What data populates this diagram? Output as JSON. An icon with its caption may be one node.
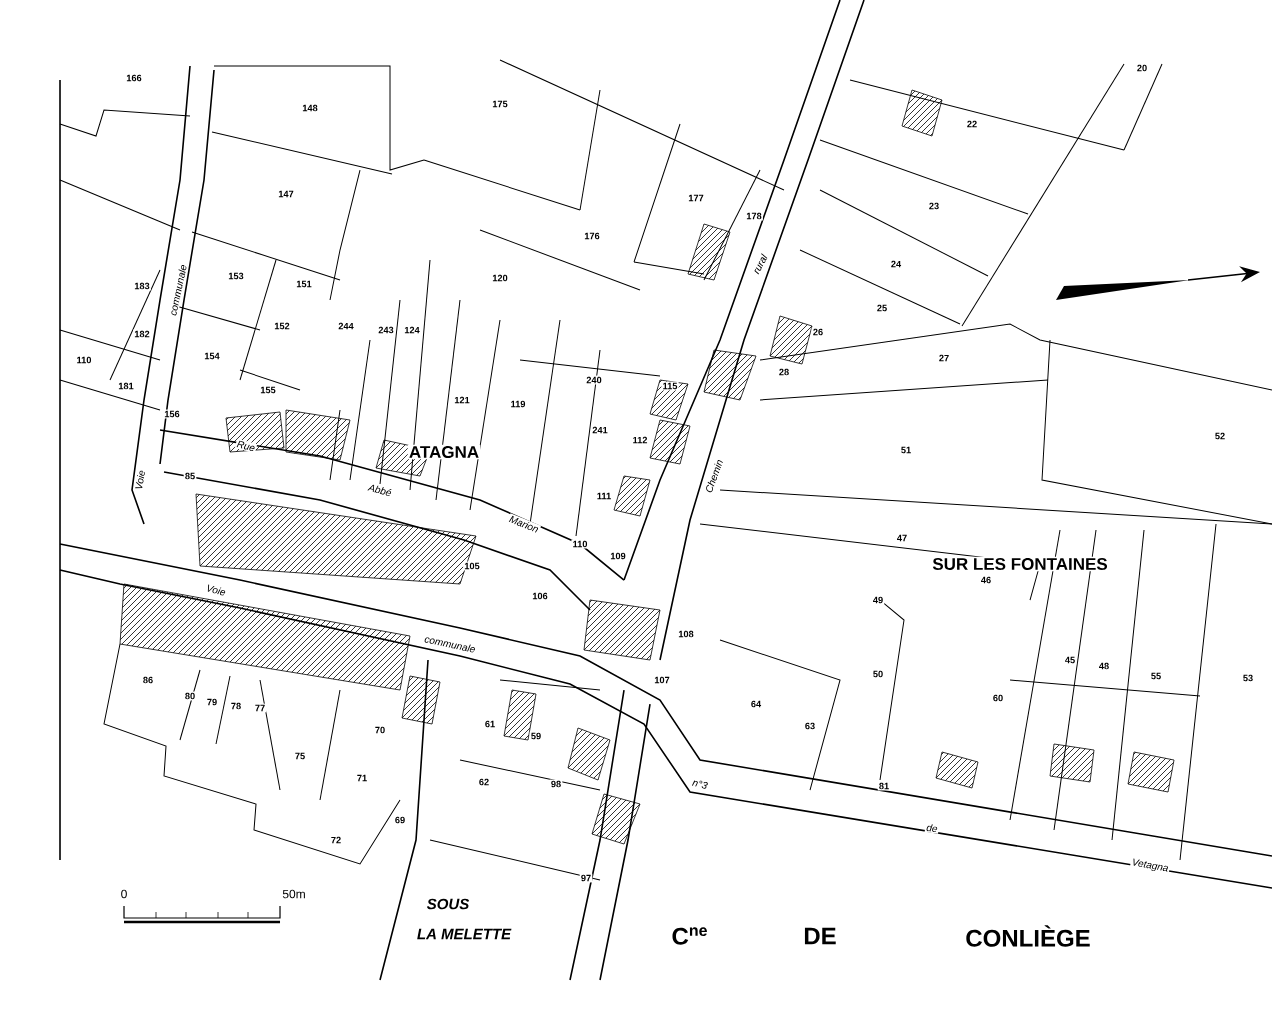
{
  "diagram": {
    "labels": [
      "20",
      "166",
      "175",
      "148",
      "22",
      "147",
      "177",
      "23",
      "178",
      "176",
      "24",
      "153",
      "120",
      "151",
      "183",
      "rural",
      "25",
      "communale",
      "152",
      "244",
      "243",
      "124",
      "26",
      "182",
      "27",
      "154",
      "110",
      "28",
      "240",
      "115",
      "181",
      "155",
      "121",
      "119",
      "156",
      "241",
      "112",
      "52",
      "51",
      "Rue",
      "ATAGNA",
      "Chemin",
      "85",
      "Voie",
      "Abbé",
      "111",
      "Marion",
      "47",
      "110",
      "109",
      "SUR LES FONTAINES",
      "105",
      "46",
      "106",
      "Voie",
      "49",
      "108",
      "communale",
      "45",
      "48",
      "55",
      "53",
      "50",
      "107",
      "86",
      "60",
      "80",
      "79",
      "78",
      "77",
      "64",
      "63",
      "61",
      "70",
      "59",
      "75",
      "71",
      "62",
      "98",
      "n°3",
      "81",
      "69",
      "de",
      "72",
      "Vetagna",
      "97",
      "0",
      "50m",
      "SOUS",
      "LA MELETTE",
      "C$^{ne}$",
      "DE",
      "CONLIÈGE"
    ]
  }
}
